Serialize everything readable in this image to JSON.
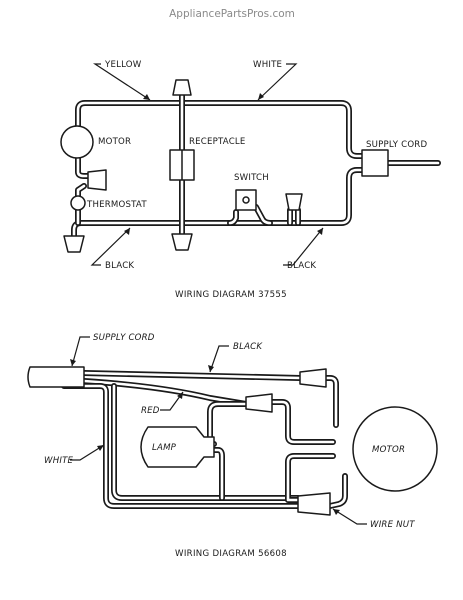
{
  "watermark": "AppliancePartsPros.com",
  "diagram1": {
    "caption": "WIRING DIAGRAM 37555",
    "labels": {
      "yellow": "YELLOW",
      "white": "WHITE",
      "motor": "MOTOR",
      "receptacle": "RECEPTACLE",
      "supply_cord": "SUPPLY CORD",
      "switch": "SWITCH",
      "thermostat": "THERMOSTAT",
      "black_left": "BLACK",
      "black_right": "BLACK"
    }
  },
  "diagram2": {
    "caption": "WIRING DIAGRAM 56608",
    "labels": {
      "supply_cord": "SUPPLY CORD",
      "black": "BLACK",
      "red": "RED",
      "lamp": "LAMP",
      "white": "WHITE",
      "motor": "MOTOR",
      "wire_nut": "WIRE NUT"
    }
  }
}
